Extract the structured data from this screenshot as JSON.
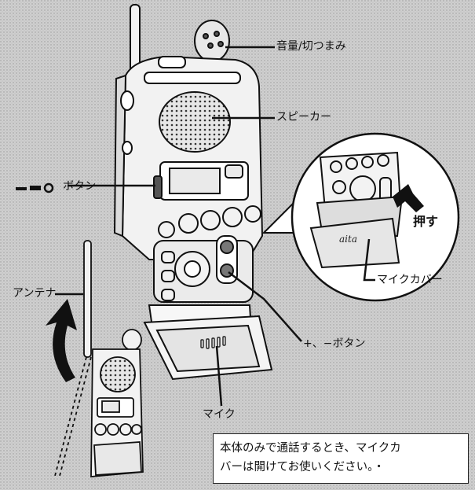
{
  "labels": {
    "volume_knob": "音量/切つまみ",
    "speaker": "スピーカー",
    "key_button": "ボタン",
    "push": "押す",
    "mic_cover": "マイクカバー",
    "antenna": "アンテナ",
    "plus_minus_button": "+、−ボタン",
    "mic": "マイク"
  },
  "note": {
    "line1": "本体のみで通話するとき、マイクカ",
    "line2": "バーは開けてお使いください。・"
  }
}
